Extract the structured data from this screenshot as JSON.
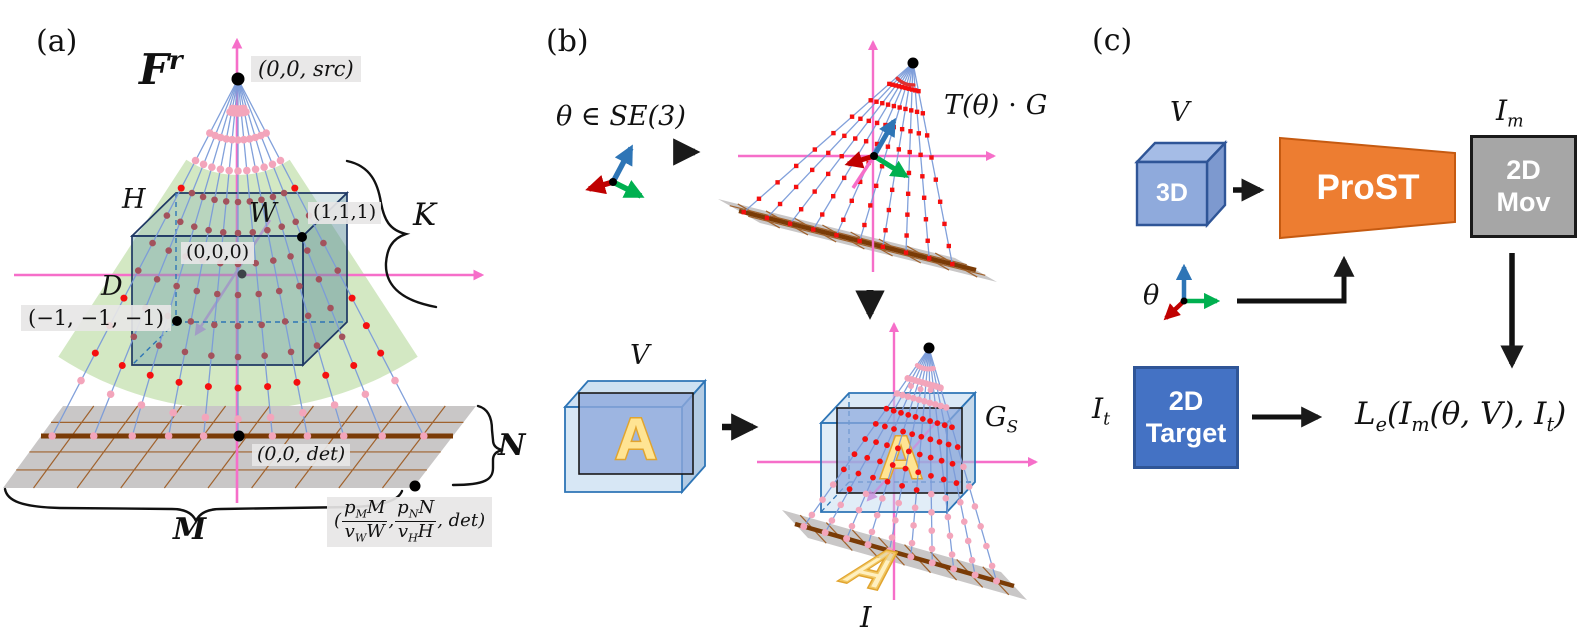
{
  "figure": {
    "colors": {
      "pink_axis": "#F66EC9",
      "ray_blue": "#7B9BD9",
      "dot_pink": "#F3A5BB",
      "dot_red": "#F50F0F",
      "dot_dark_red": "#A3525C",
      "fan_green": "#CBE4B8",
      "plane_gray": "#C9C7C7",
      "grid_brown": "#A0622D",
      "line_brown": "#7A3B06",
      "cube_blue_stroke": "#2E75B6",
      "navy_stroke": "#1F3864",
      "letter_yellow": "#FFE493",
      "letter_outline": "#E1A42F",
      "axis_x_red": "#C00000",
      "axis_y_green": "#00B050",
      "axis_z_blue": "#2E75B6",
      "violet": "#C991DC",
      "prost_orange": "#ED7D31",
      "prost_stroke": "#C55A11",
      "mov_gray": "#A6A6A6",
      "target_blue": "#4472C4",
      "target_stroke": "#2F5597",
      "cube3d_fill": "#8FAADC",
      "label_bg": "#E7E6E6",
      "black": "#1A1A1A"
    },
    "panel_a": {
      "tag": "(a)",
      "frame": {
        "base": "F",
        "sup": "r"
      },
      "src_label": "(0,0, src)",
      "h": "H",
      "w": "W",
      "d": "D",
      "k": "K",
      "corner_max": "(1,1,1)",
      "origin": "(0,0,0)",
      "corner_min": "(−1, −1, −1)",
      "det_label": "(0,0, det)",
      "m": "M",
      "n": "N",
      "det_corner": {
        "open": "(",
        "f1": {
          "nv": "p",
          "ns": "M",
          "nm": "M",
          "dv": "v",
          "ds": "W",
          "dm": "W"
        },
        "c1": ",",
        "f2": {
          "nv": "p",
          "ns": "N",
          "nm": "N",
          "dv": "v",
          "ds": "H",
          "dm": "H"
        },
        "close": ", det)"
      }
    },
    "panel_b": {
      "tag": "(b)",
      "pose": "θ ∈ SE(3)",
      "transformed": "T(θ) ⋅ G",
      "v": "V",
      "letter": "A",
      "grid_s": {
        "base": "G",
        "sub": "S"
      },
      "image": "I"
    },
    "panel_c": {
      "tag": "(c)",
      "v": "V",
      "vol_box": "3D",
      "module": "ProST",
      "im": {
        "base": "I",
        "sub": "m"
      },
      "mov": {
        "line1": "2D",
        "line2": "Mov"
      },
      "pose": "θ",
      "it": {
        "base": "I",
        "sub": "t"
      },
      "target": {
        "line1": "2D",
        "line2": "Target"
      },
      "loss": {
        "p1": "L",
        "s1": "e",
        "p2": "(I",
        "s2": "m",
        "p3": "(θ, V), I",
        "s3": "t",
        "p4": ")"
      }
    }
  }
}
